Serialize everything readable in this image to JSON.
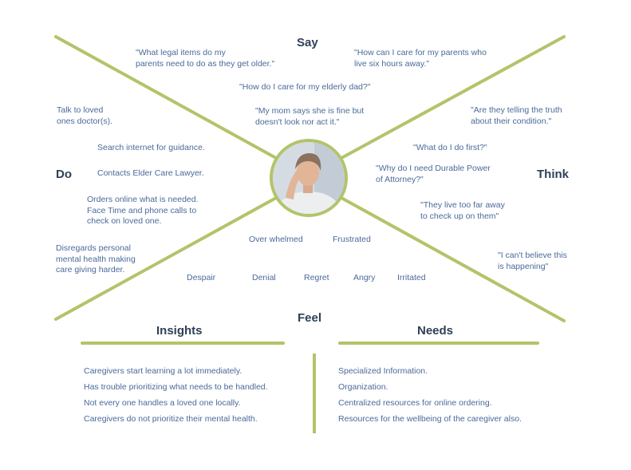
{
  "map": {
    "quadrants": {
      "say": "Say",
      "do": "Do",
      "think": "Think",
      "feel": "Feel"
    },
    "say_items": [
      "\"What legal items do my\nparents need to do as they get older.\"",
      "\"How can I care for my parents who\nlive six hours away.\"",
      "\"How do I care for my elderly dad?\"",
      "\"My mom says she is fine but\ndoesn't look nor act it.\""
    ],
    "do_items": [
      "Talk to loved\nones doctor(s).",
      "Search internet for guidance.",
      "Contacts Elder Care Lawyer.",
      "Orders online what is needed.\nFace Time and phone calls to\ncheck on loved one.",
      "Disregards personal\nmental health making\ncare giving harder."
    ],
    "think_items": [
      "\"Are they telling the truth\nabout their condition.\"",
      "\"What do I do first?\"",
      "\"Why do I need Durable Power\nof Attorney?\"",
      "\"They live too far away\nto check up on them\"",
      "\"I can't believe this\nis happening\""
    ],
    "feel_items": [
      "Over whelmed",
      "Frustrated",
      "Despair",
      "Denial",
      "Regret",
      "Angry",
      "Irritated"
    ]
  },
  "insights": {
    "title": "Insights",
    "items": [
      "Caregivers start learning a lot immediately.",
      "Has trouble prioritizing what needs to be handled.",
      "Not every one handles a loved one locally.",
      "Caregivers do not prioritize their mental health."
    ]
  },
  "needs": {
    "title": "Needs",
    "items": [
      "Specialized Information.",
      "Organization.",
      "Centralized resources for online ordering.",
      "Resources for the wellbeing of the caregiver also."
    ]
  },
  "colors": {
    "accent_green": "#b2c46a",
    "text_blue": "#4a6a9a",
    "heading_dark": "#2f4057"
  }
}
